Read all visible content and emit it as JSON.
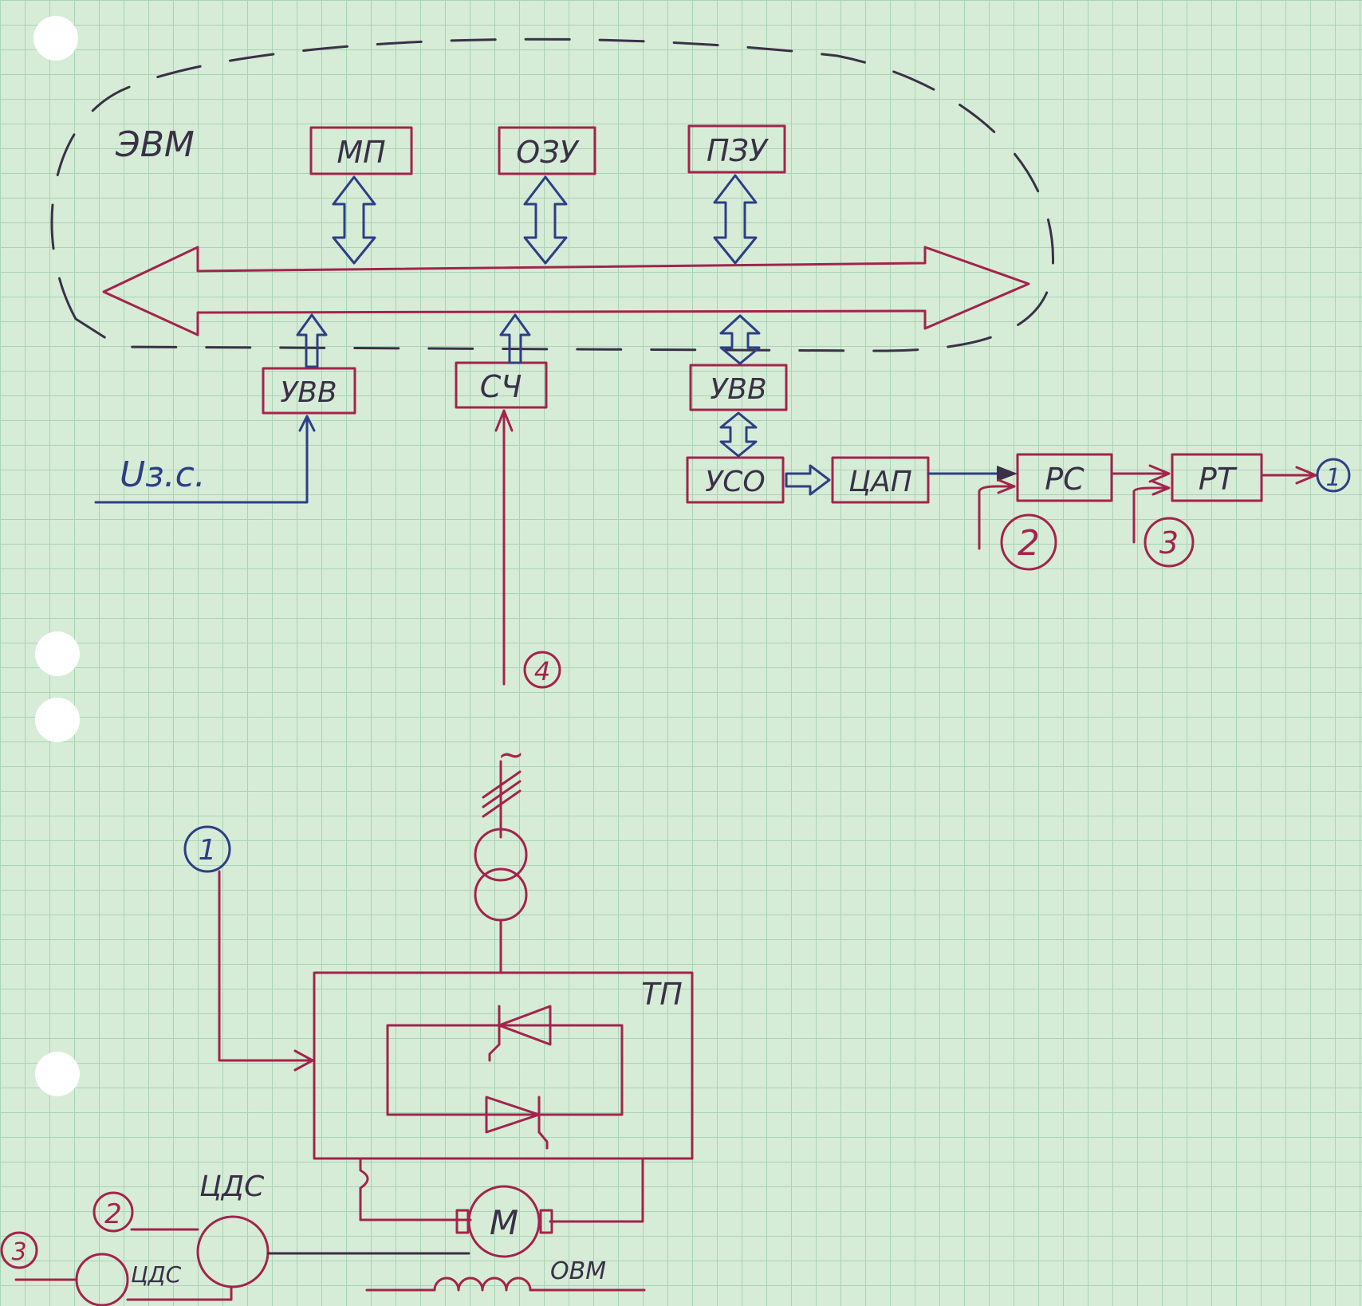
{
  "computer": {
    "label": "ЭВМ"
  },
  "blocks": {
    "mp": "МП",
    "ozu": "ОЗУ",
    "pzu": "ПЗУ",
    "uvv_left": "УВВ",
    "sch": "СЧ",
    "uvv_right": "УВВ",
    "uso": "УСО",
    "tsap": "ЦАП",
    "rs": "РС",
    "rt": "РТ",
    "tp": "ТП"
  },
  "signals": {
    "setpoint": "Uз.с.",
    "ac_source": "~"
  },
  "connectors": {
    "c1_out": "1",
    "c1_in": "1",
    "c2_out": "2",
    "c2_in": "2",
    "c3_out": "3",
    "c3_in": "3",
    "c4": "4"
  },
  "machine": {
    "motor": "M",
    "field_winding": "ОВМ",
    "tach_top": "ЦДС",
    "tach_bottom": "ЦДС"
  },
  "colors": {
    "red_ink": "#a3234c",
    "blue_ink": "#2d3f86",
    "paper": "#d6ecd6",
    "grid": "#a9d3b6"
  }
}
